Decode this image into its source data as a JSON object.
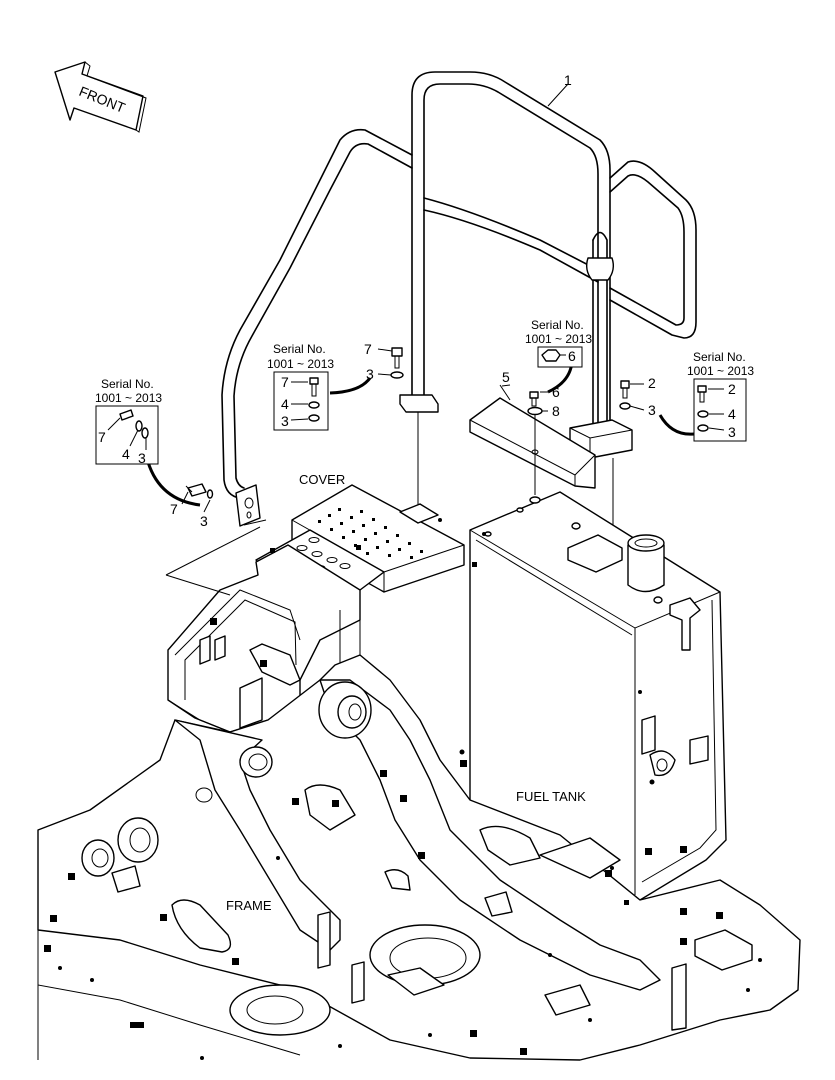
{
  "front_arrow": {
    "label": "FRONT"
  },
  "part_labels": {
    "cover": "COVER",
    "fuel_tank": "FUEL TANK",
    "frame": "FRAME"
  },
  "callouts": [
    {
      "id": "c1",
      "num": "1"
    },
    {
      "id": "c5",
      "num": "5"
    },
    {
      "id": "c6",
      "num": "6"
    },
    {
      "id": "c8",
      "num": "8"
    },
    {
      "id": "c2",
      "num": "2"
    },
    {
      "id": "c3r",
      "num": "3"
    },
    {
      "id": "c7t",
      "num": "7"
    },
    {
      "id": "c3t",
      "num": "3"
    },
    {
      "id": "c7l",
      "num": "7"
    },
    {
      "id": "c3l",
      "num": "3"
    }
  ],
  "serial_boxes": {
    "left": {
      "title": "Serial No.",
      "range": "1001 ~ 2013",
      "items": [
        "7",
        "4",
        "3"
      ]
    },
    "mid": {
      "title": "Serial No.",
      "range": "1001 ~ 2013",
      "items": [
        "7",
        "4",
        "3"
      ]
    },
    "center": {
      "title": "Serial No.",
      "range": "1001 ~ 2013",
      "items": [
        "6"
      ]
    },
    "right": {
      "title": "Serial No.",
      "range": "1001 ~ 2013",
      "items": [
        "2",
        "4",
        "3"
      ]
    }
  }
}
